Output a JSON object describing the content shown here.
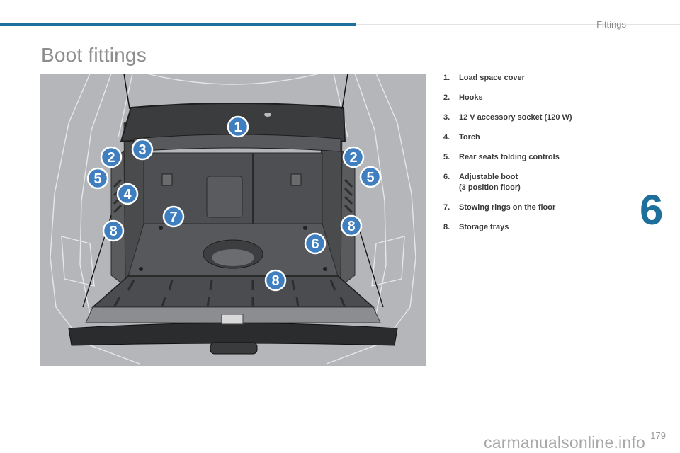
{
  "header": {
    "section": "Fittings",
    "title": "Boot fittings"
  },
  "figure": {
    "badges": [
      "1",
      "2",
      "3",
      "2",
      "5",
      "4",
      "5",
      "7",
      "8",
      "8",
      "6",
      "8"
    ]
  },
  "legend": [
    {
      "num": "1.",
      "text": "Load space cover"
    },
    {
      "num": "2.",
      "text": "Hooks"
    },
    {
      "num": "3.",
      "text": "12 V accessory socket (120 W)"
    },
    {
      "num": "4.",
      "text": "Torch"
    },
    {
      "num": "5.",
      "text": "Rear seats folding controls"
    },
    {
      "num": "6.",
      "text": "Adjustable boot",
      "text2": "(3 position floor)"
    },
    {
      "num": "7.",
      "text": "Stowing rings on the floor"
    },
    {
      "num": "8.",
      "text": "Storage trays"
    }
  ],
  "chapter": "6",
  "page_number": "179",
  "watermark": "carmanualsonline.info",
  "colors": {
    "accent": "#1f6f9c",
    "badge": "#3f7fbf"
  }
}
